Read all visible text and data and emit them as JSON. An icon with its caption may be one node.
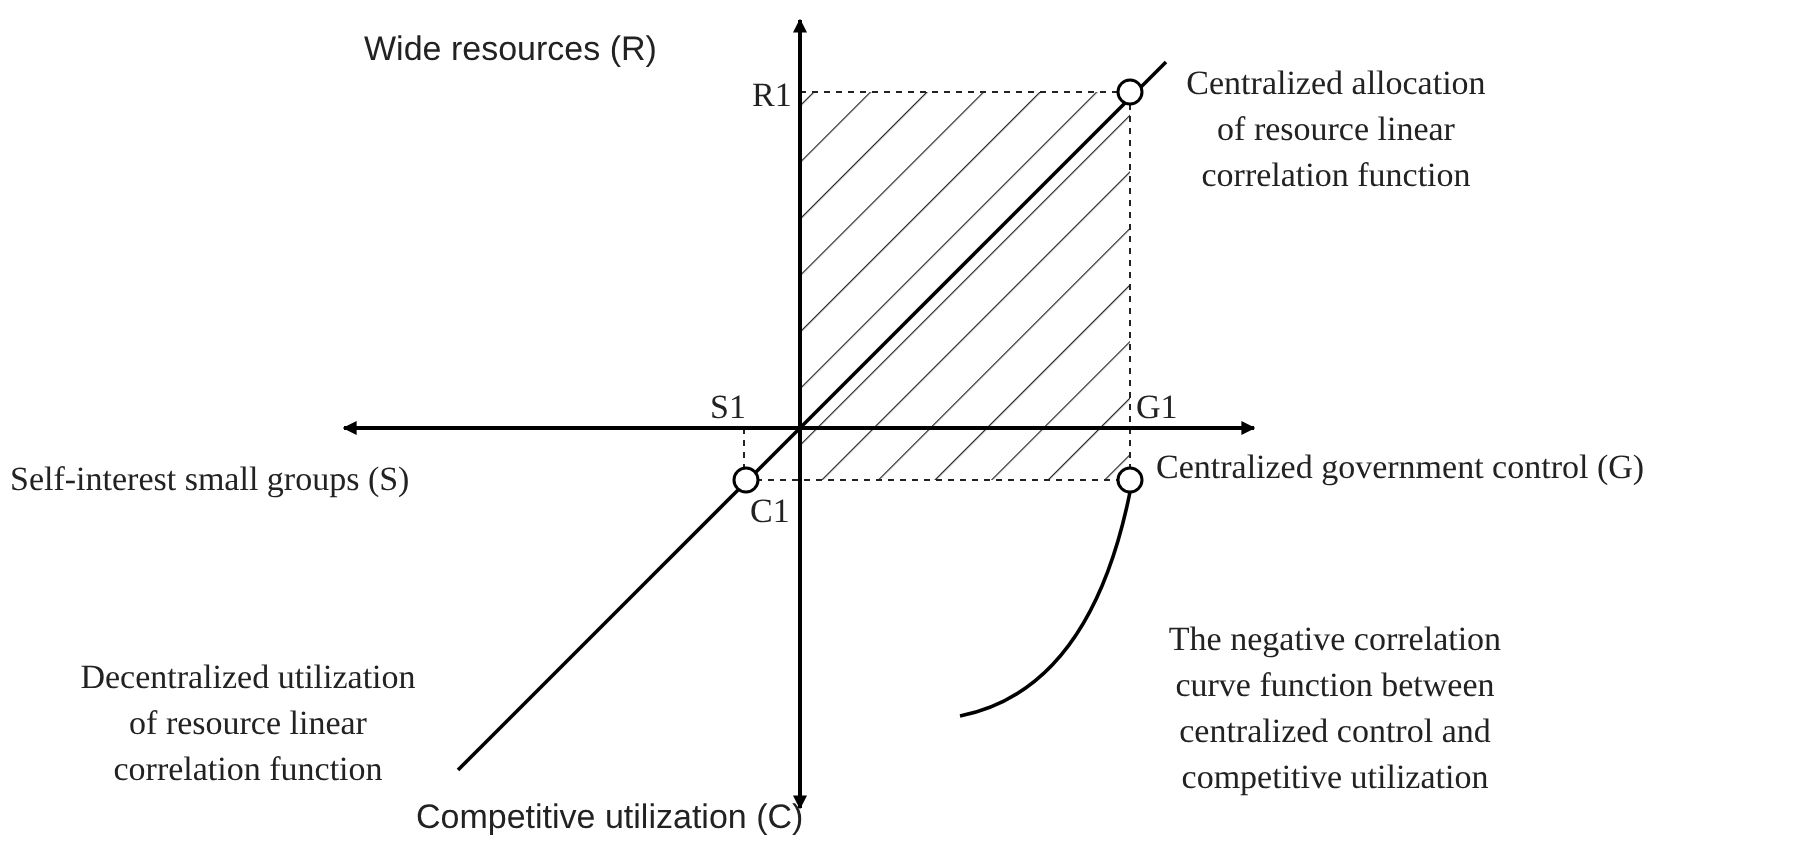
{
  "diagram": {
    "labels": [
      "Wide resources (R)",
      "Centralized allocation of resource linear correlation function",
      "R1",
      "S1",
      "G1",
      "Self-interest small groups (S)",
      "Centralized government control (G)",
      "C1",
      "Decentralized utilization of resource linear correlation function",
      "The negative correlation curve function between centralized control and competitive utilization",
      "Competitive utilization (C)"
    ]
  }
}
